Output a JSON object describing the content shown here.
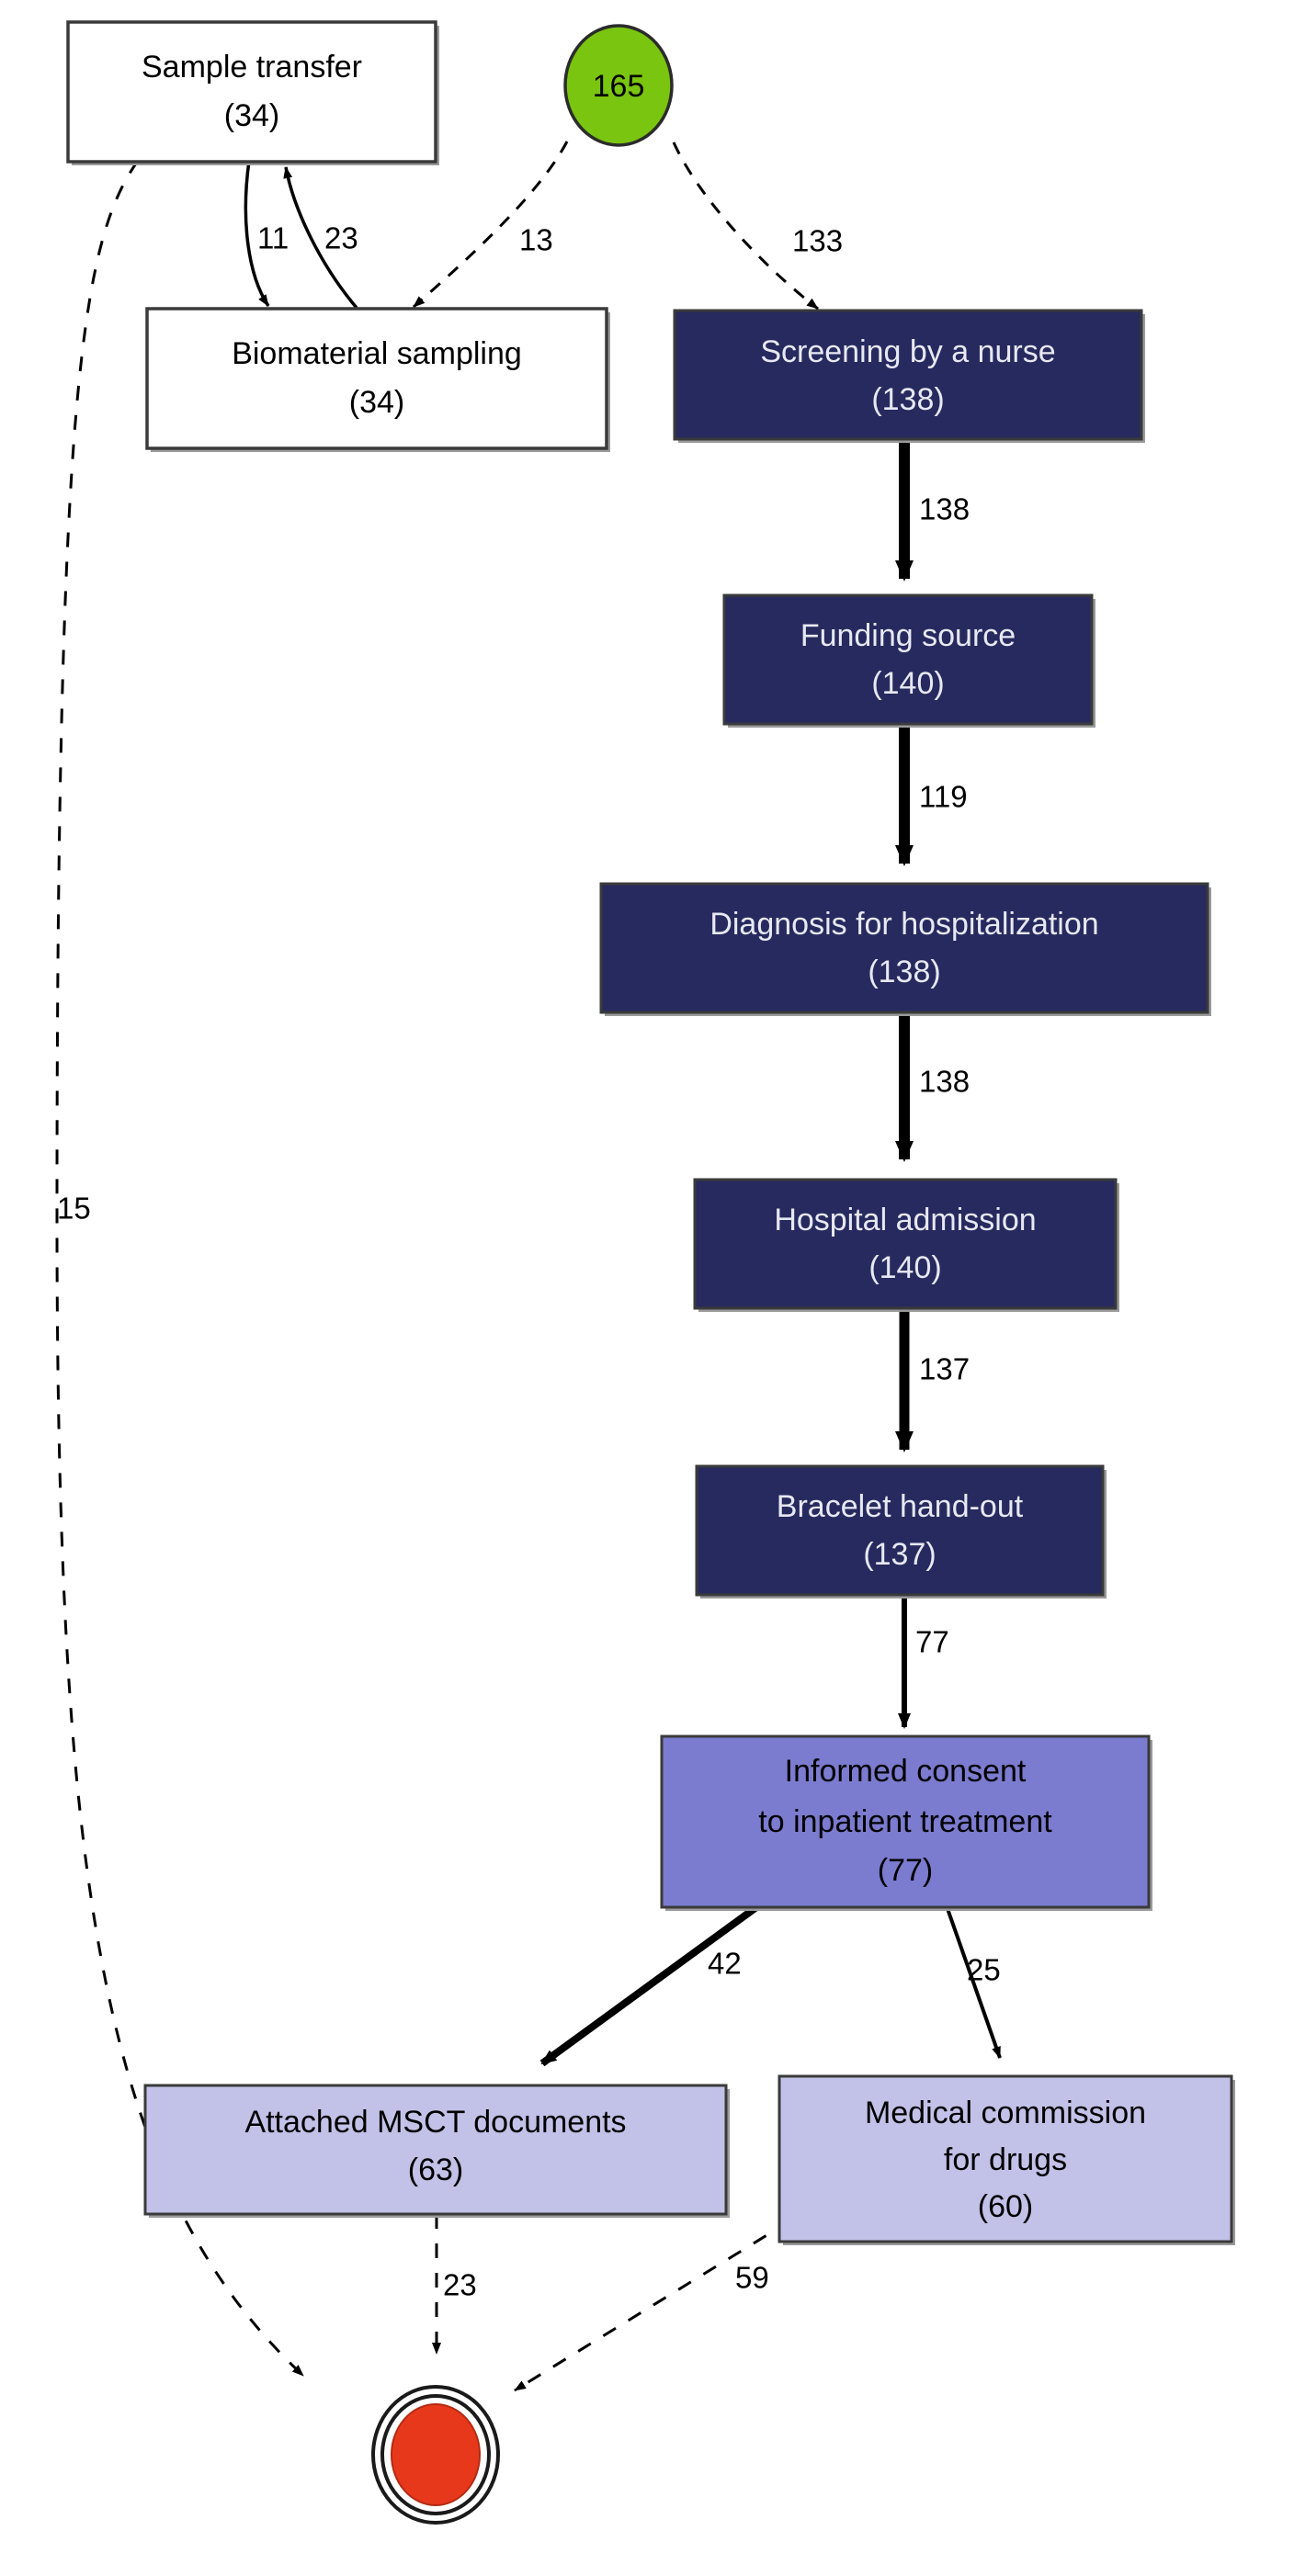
{
  "diagram": {
    "type": "process-map",
    "title": "",
    "colors": {
      "start_node": "#7ac50f",
      "end_node": "#e8381c",
      "activity_dark": "#262a5e",
      "activity_mid": "#7b7bcf",
      "activity_light": "#c2c2e8",
      "activity_white": "#ffffff",
      "border": "#3a3a3a",
      "edge": "#000000",
      "canvas": "#ffffff"
    },
    "start": {
      "name": "start-node",
      "value": "165",
      "shape": "circle",
      "fill": "#7ac50f"
    },
    "end": {
      "name": "end-node",
      "value": "",
      "shape": "double-circle",
      "fill": "#e8381c"
    },
    "nodes": [
      {
        "id": "sample_transfer",
        "label": "Sample transfer",
        "label2": "",
        "count": "(34)",
        "fill": "#ffffff",
        "text": "light"
      },
      {
        "id": "biomaterial",
        "label": "Biomaterial sampling",
        "label2": "",
        "count": "(34)",
        "fill": "#ffffff",
        "text": "light"
      },
      {
        "id": "screening",
        "label": "Screening by a nurse",
        "label2": "",
        "count": "(138)",
        "fill": "#262a5e",
        "text": "dark"
      },
      {
        "id": "funding",
        "label": "Funding source",
        "label2": "",
        "count": "(140)",
        "fill": "#262a5e",
        "text": "dark"
      },
      {
        "id": "diagnosis",
        "label": "Diagnosis for hospitalization",
        "label2": "",
        "count": "(138)",
        "fill": "#262a5e",
        "text": "dark"
      },
      {
        "id": "admission",
        "label": "Hospital admission",
        "label2": "",
        "count": "(140)",
        "fill": "#262a5e",
        "text": "dark"
      },
      {
        "id": "bracelet",
        "label": "Bracelet hand-out",
        "label2": "",
        "count": "(137)",
        "fill": "#262a5e",
        "text": "dark"
      },
      {
        "id": "consent",
        "label": "Informed consent",
        "label2": "to inpatient treatment",
        "count": "(77)",
        "fill": "#7b7bcf",
        "text": "light"
      },
      {
        "id": "msct",
        "label": "Attached MSCT documents",
        "label2": "",
        "count": "(63)",
        "fill": "#c2c2e8",
        "text": "light"
      },
      {
        "id": "commission",
        "label": "Medical commission",
        "label2": "for drugs",
        "count": "(60)",
        "fill": "#c2c2e8",
        "text": "light"
      }
    ],
    "edges": [
      {
        "id": "e_start_screening",
        "from": "start",
        "to": "screening",
        "label": "133",
        "style": "dashed",
        "weight": 1
      },
      {
        "id": "e_start_biomaterial",
        "from": "start",
        "to": "biomaterial",
        "label": "13",
        "style": "dashed",
        "weight": 1
      },
      {
        "id": "e_sample_biomaterial",
        "from": "sample_transfer",
        "to": "biomaterial",
        "label": "11",
        "style": "solid",
        "weight": 1
      },
      {
        "id": "e_biomaterial_sample",
        "from": "biomaterial",
        "to": "sample_transfer",
        "label": "23",
        "style": "solid",
        "weight": 1
      },
      {
        "id": "e_sample_end",
        "from": "sample_transfer",
        "to": "end",
        "label": "15",
        "style": "dashed",
        "weight": 1
      },
      {
        "id": "e_screening_funding",
        "from": "screening",
        "to": "funding",
        "label": "138",
        "style": "solid",
        "weight": 5
      },
      {
        "id": "e_funding_diagnosis",
        "from": "funding",
        "to": "diagnosis",
        "label": "119",
        "style": "solid",
        "weight": 5
      },
      {
        "id": "e_diagnosis_admission",
        "from": "diagnosis",
        "to": "admission",
        "label": "138",
        "style": "solid",
        "weight": 5
      },
      {
        "id": "e_admission_bracelet",
        "from": "admission",
        "to": "bracelet",
        "label": "137",
        "style": "solid",
        "weight": 5
      },
      {
        "id": "e_bracelet_consent",
        "from": "bracelet",
        "to": "consent",
        "label": "77",
        "style": "solid",
        "weight": 3
      },
      {
        "id": "e_consent_msct",
        "from": "consent",
        "to": "msct",
        "label": "42",
        "style": "solid",
        "weight": 4
      },
      {
        "id": "e_consent_commission",
        "from": "consent",
        "to": "commission",
        "label": "25",
        "style": "solid",
        "weight": 2
      },
      {
        "id": "e_msct_end",
        "from": "msct",
        "to": "end",
        "label": "23",
        "style": "dashed",
        "weight": 1
      },
      {
        "id": "e_commission_end",
        "from": "commission",
        "to": "end",
        "label": "59",
        "style": "dashed",
        "weight": 1
      }
    ]
  }
}
